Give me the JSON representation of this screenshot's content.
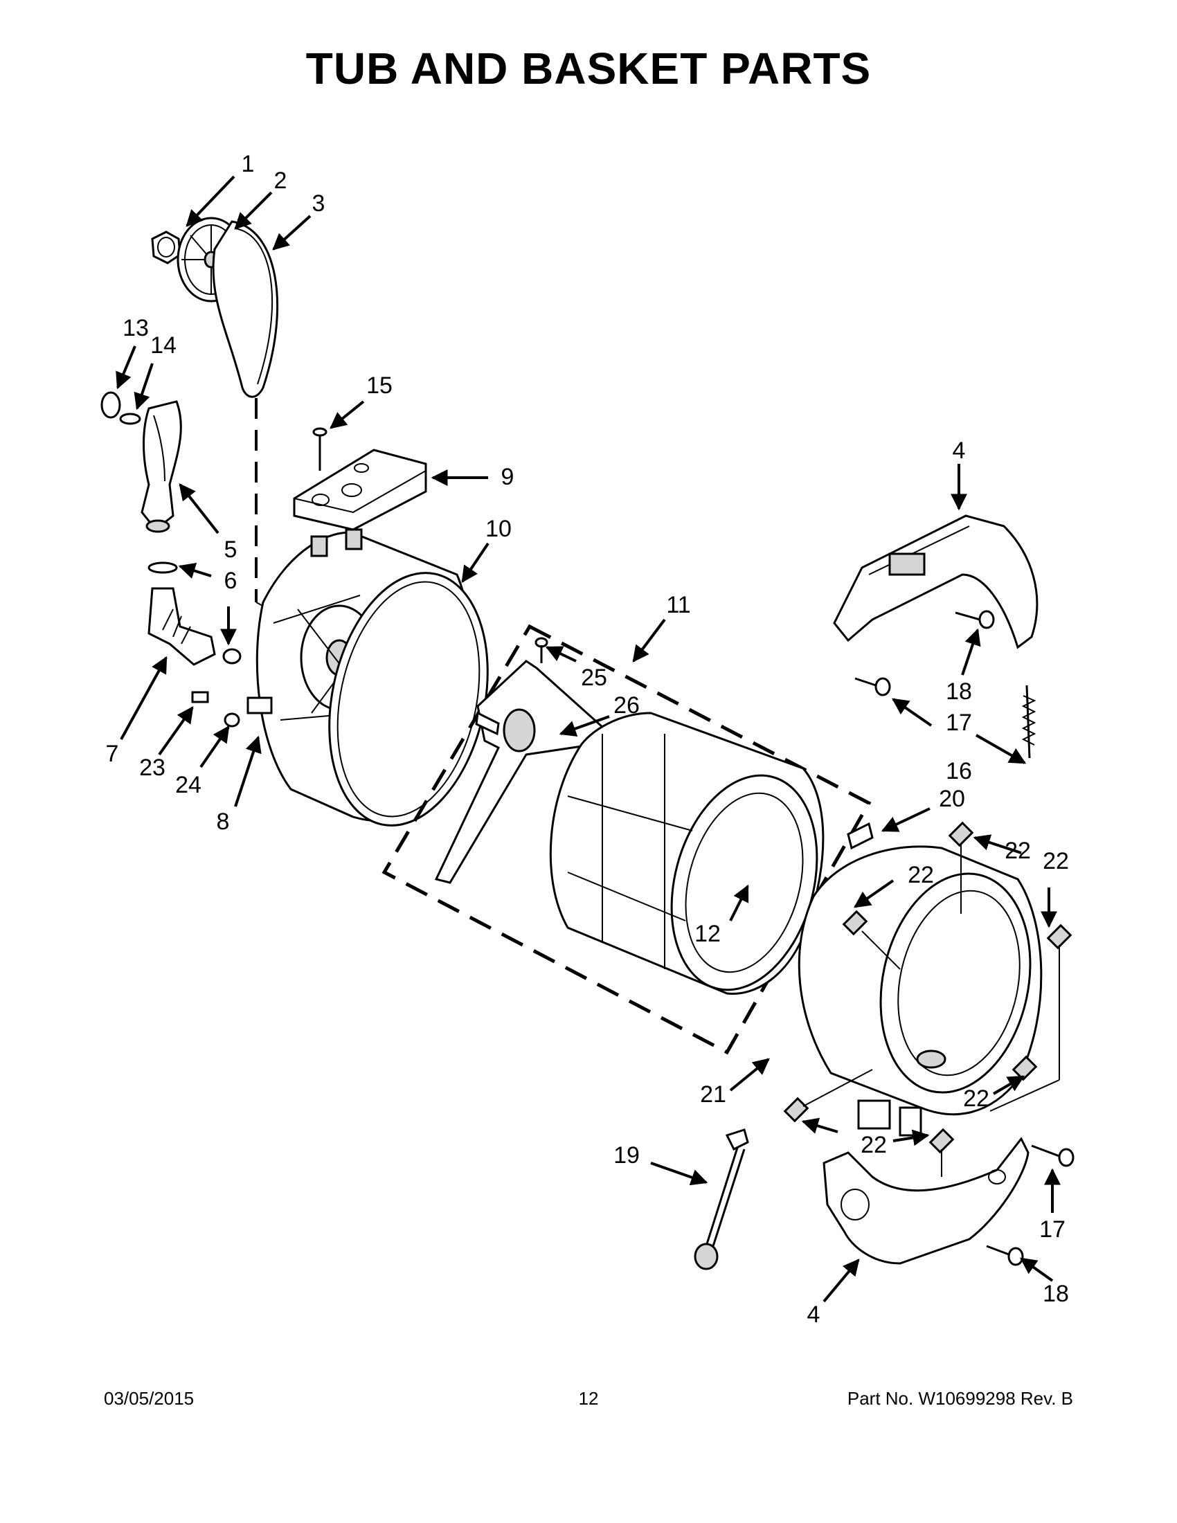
{
  "title": "TUB AND BASKET PARTS",
  "callouts": [
    "1",
    "2",
    "3",
    "13",
    "14",
    "15",
    "4",
    "9",
    "5",
    "10",
    "6",
    "11",
    "7",
    "23",
    "24",
    "25",
    "26",
    "18",
    "17",
    "16",
    "8",
    "20",
    "22",
    "22",
    "22",
    "12",
    "21",
    "22",
    "22",
    "19",
    "17",
    "4",
    "18"
  ],
  "footer": {
    "date": "03/05/2015",
    "page": "12",
    "part_number": "Part No.  W10699298  Rev.  B"
  }
}
